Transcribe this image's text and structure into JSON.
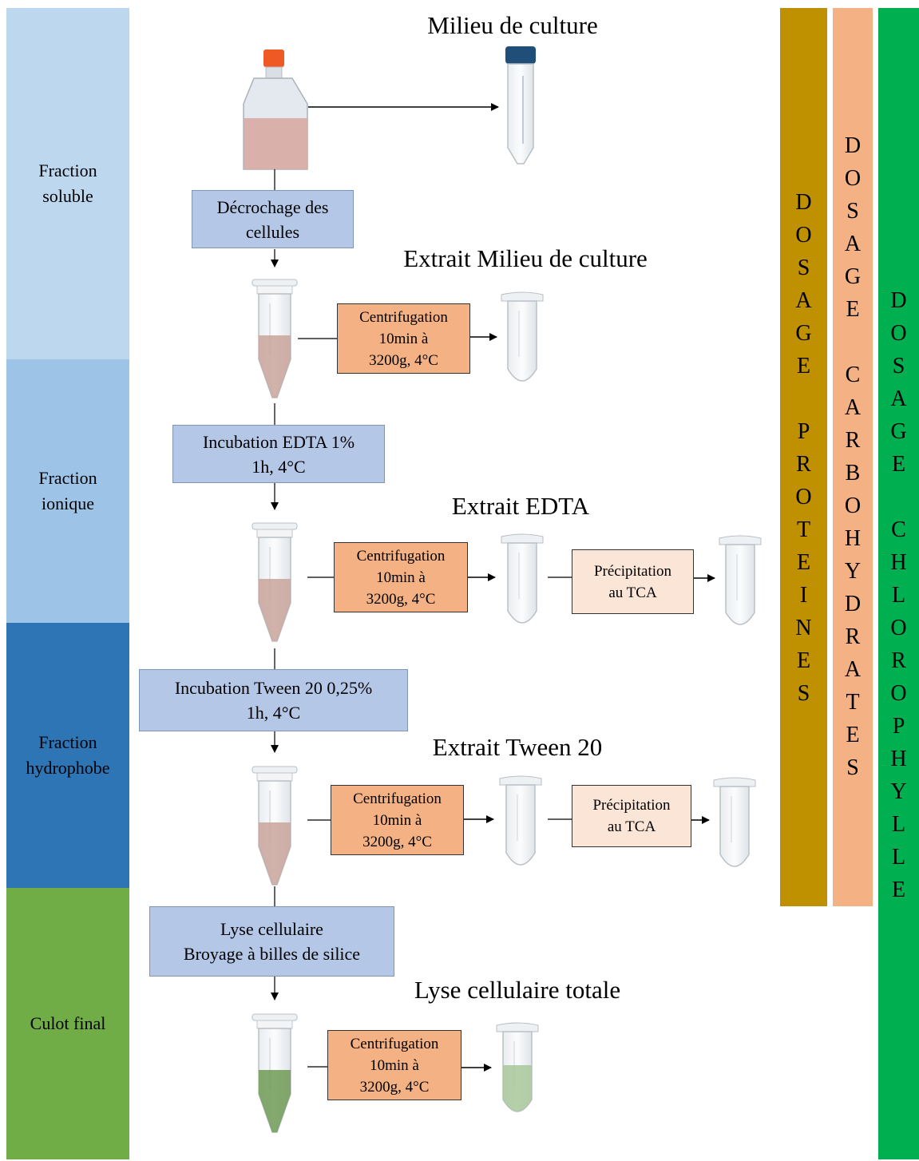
{
  "bands": [
    {
      "label": "Fraction\nsoluble",
      "color": "#bdd7ee"
    },
    {
      "label": "Fraction\nionique",
      "color": "#9dc3e6"
    },
    {
      "label": "Fraction\nhydrophobe",
      "color": "#2e75b6"
    },
    {
      "label": "Culot final",
      "color": "#70ad47"
    }
  ],
  "titles": {
    "milieu": "Milieu de culture",
    "extrait_milieu": "Extrait Milieu de culture",
    "extrait_edta": "Extrait EDTA",
    "extrait_tween": "Extrait Tween 20",
    "lyse_totale": "Lyse cellulaire totale"
  },
  "steps": {
    "decrochage": "Décrochage des\ncellules",
    "edta": "Incubation EDTA  1%\n1h, 4°C",
    "tween": "Incubation Tween 20 0,25%\n1h, 4°C",
    "lyse": "Lyse cellulaire\nBroyage à billes de silice"
  },
  "centrifugation": "Centrifugation\n10min à\n3200g, 4°C",
  "precipitation": "Précipitation\nau TCA",
  "dosage_bars": [
    {
      "line1": "DOSAGE",
      "line2": "PROTEINES",
      "color": "#bf9000"
    },
    {
      "line1": "DOSAGE",
      "line2": "CARBOHYDRATES",
      "color": "#f4b183"
    },
    {
      "line1": "DOSAGE",
      "line2": "CHLOROPHYLLE",
      "color": "#00b050"
    }
  ],
  "colors": {
    "step_box": "#b4c7e7",
    "centrifugation_box": "#f4b183",
    "precipitation_box": "#fbe5d6",
    "brown_liquid": "#c9a49b",
    "green_liquid": "#6f9a55"
  }
}
